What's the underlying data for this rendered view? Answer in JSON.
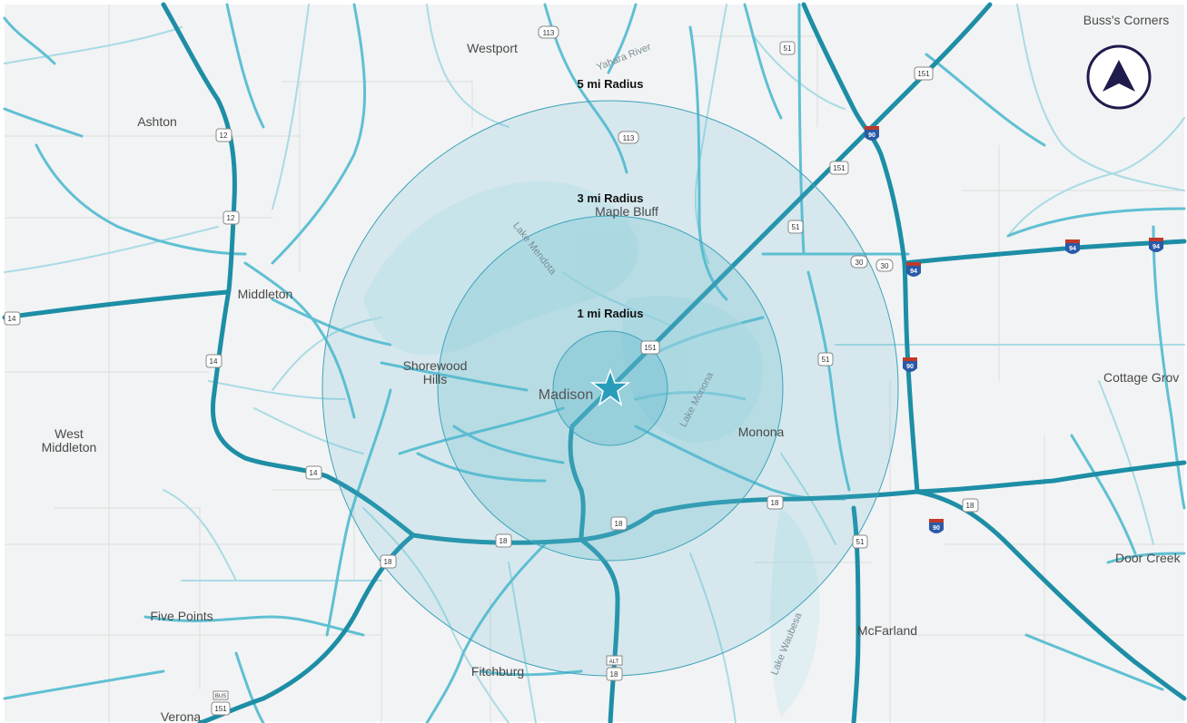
{
  "map": {
    "radii": [
      {
        "label": "5 mi Radius",
        "miles": 5
      },
      {
        "label": "3 mi Radius",
        "miles": 3
      },
      {
        "label": "1 mi Radius",
        "miles": 1
      }
    ],
    "center_label": "Madison",
    "places": {
      "westport": "Westport",
      "buss_corners": "Buss's Corners",
      "ashton": "Ashton",
      "middleton": "Middleton",
      "maple_bluff": "Maple Bluff",
      "shorewood_1": "Shorewood",
      "shorewood_2": "Hills",
      "cottage_grove": "Cottage Grov",
      "west_middleton_1": "West",
      "west_middleton_2": "Middleton",
      "monona": "Monona",
      "door_creek": "Door Creek",
      "five_points": "Five Points",
      "mcfarland": "McFarland",
      "fitchburg": "Fitchburg",
      "verona": "Verona"
    },
    "water": {
      "yahara_river": "Yahara River",
      "lake_mendota": "Lake Mendota",
      "lake_monona": "Lake Monona",
      "lake_waubesa": "Lake Waubesa"
    },
    "shields": {
      "s113a": "113",
      "s113b": "113",
      "s51a": "51",
      "s51b": "51",
      "s51c": "51",
      "s51d": "51",
      "s151a": "151",
      "s151b": "151",
      "s151c": "151",
      "s151d": "151",
      "s90a": "90",
      "s90b": "90",
      "s90c": "90",
      "s94a": "94",
      "s94b": "94",
      "s94c": "94",
      "s30a": "30",
      "s30b": "30",
      "s12a": "12",
      "s12b": "12",
      "s14a": "14",
      "s14b": "14",
      "s14c": "14",
      "s18a": "18",
      "s18b": "18",
      "s18c": "18",
      "s18d": "18",
      "s18e": "18",
      "s18f": "18",
      "bus": "BUS",
      "alt": "ALT"
    },
    "compass_icon": "north-arrow-icon",
    "colors": {
      "highway": "#1d8ea6",
      "arterial": "#5fc0d3",
      "radius_fill": "#5bb6cc",
      "star": "#2a9dbb",
      "compass": "#1f1b4d"
    }
  }
}
